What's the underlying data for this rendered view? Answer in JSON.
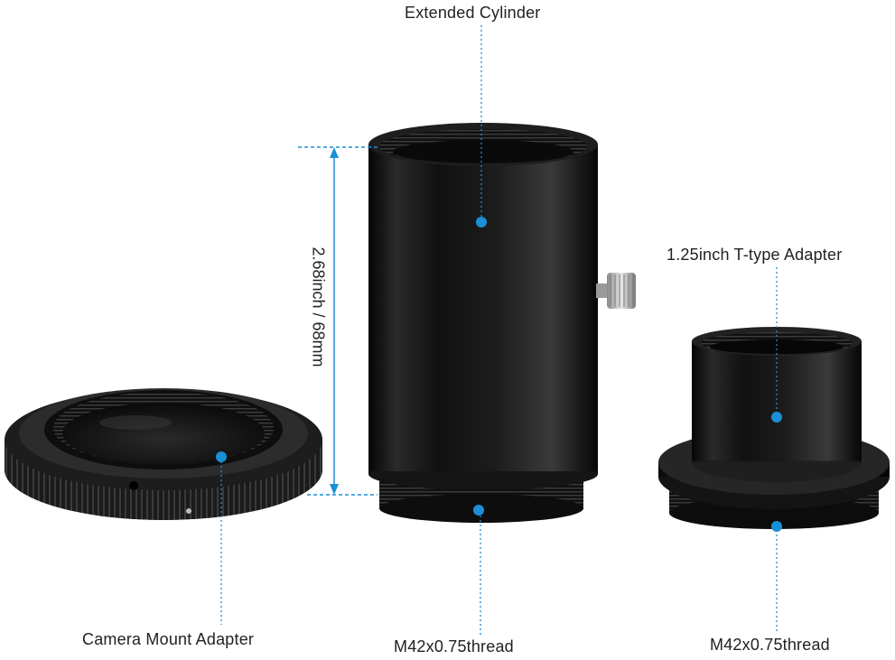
{
  "labels": {
    "extended_cylinder": "Extended Cylinder",
    "t_type_adapter": "1.25inch T-type Adapter",
    "camera_mount_adapter": "Camera Mount Adapter",
    "thread_cylinder": "M42x0.75thread",
    "thread_t_adapter": "M42x0.75thread",
    "dimension": "2.68inch / 68mm"
  },
  "colors": {
    "callout": "#1a8fd6",
    "metal": "#141414",
    "text": "#222222"
  }
}
